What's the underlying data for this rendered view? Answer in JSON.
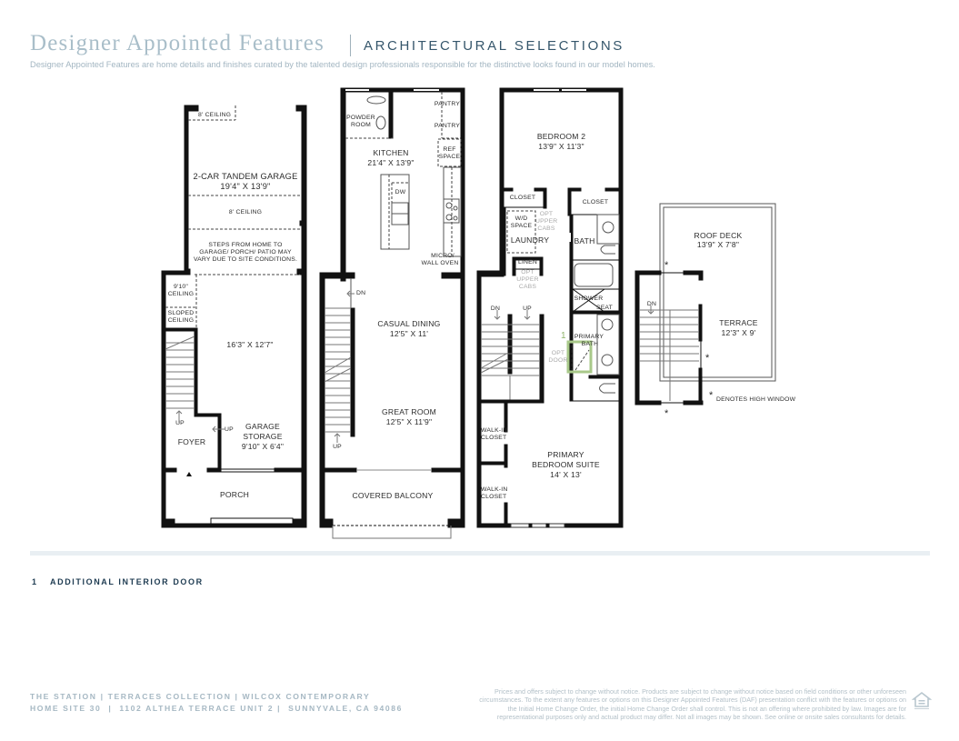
{
  "header": {
    "title": "Designer Appointed Features",
    "subtitle": "ARCHITECTURAL SELECTIONS",
    "description": "Designer Appointed Features are home details and finishes curated by the talented design professionals responsible for the distinctive looks found in our model homes."
  },
  "floor_1": {
    "ceiling_top": "8' CEILING",
    "garage_name": "2-CAR TANDEM GARAGE",
    "garage_dims": "19'4\" X 13'9\"",
    "ceiling_mid": "8' CEILING",
    "steps_note_1": "STEPS FROM HOME TO",
    "steps_note_2": "GARAGE/ PORCH/ PATIO MAY",
    "steps_note_3": "VARY DUE TO SITE CONDITIONS.",
    "ceiling_910_1": "9'10\"",
    "ceiling_910_2": "CEILING",
    "sloped_1": "SLOPED",
    "sloped_2": "CEILING",
    "lower_dims": "16'3\" X 12'7\"",
    "up_stair": "UP",
    "up_storage": "UP",
    "foyer": "FOYER",
    "storage_name_1": "GARAGE",
    "storage_name_2": "STORAGE",
    "storage_dims": "9'10\" X 6'4\"",
    "porch": "PORCH"
  },
  "floor_2": {
    "powder_1": "POWDER",
    "powder_2": "ROOM",
    "pantry_1": "PANTRY",
    "pantry_2": "PANTRY",
    "ref_1": "REF",
    "ref_2": "SPACE",
    "kitchen_name": "KITCHEN",
    "kitchen_dims": "21'4\" X 13'9\"",
    "dw": "DW",
    "micro_1": "MICRO/",
    "micro_2": "WALL OVEN",
    "dn": "DN",
    "dining_name": "CASUAL DINING",
    "dining_dims": "12'5\" X 11'",
    "great_name": "GREAT ROOM",
    "great_dims": "12'5\" X 11'9\"",
    "up": "UP",
    "balcony": "COVERED BALCONY"
  },
  "floor_3": {
    "bed2_name": "BEDROOM 2",
    "bed2_dims": "13'9\" X 11'3\"",
    "closet_left": "CLOSET",
    "closet_right": "CLOSET",
    "wd_1": "W/D",
    "wd_2": "SPACE",
    "opt_upper_1": "OPT",
    "opt_upper_2": "UPPER",
    "opt_upper_3": "CABS",
    "laundry": "LAUNDRY",
    "bath": "BATH",
    "linen": "LINEN",
    "opt2_1": "OPT",
    "opt2_2": "UPPER",
    "opt2_3": "CABS",
    "shower": "SHOWER",
    "seat": "SEAT",
    "dn": "DN",
    "up": "UP",
    "option_marker": "1",
    "primary_bath_1": "PRIMARY",
    "primary_bath_2": "BATH",
    "opt_door_1": "OPT",
    "opt_door_2": "DOOR",
    "walkin_1a": "WALK-IN",
    "walkin_1b": "CLOSET",
    "walkin_2a": "WALK-IN",
    "walkin_2b": "CLOSET",
    "primary_1": "PRIMARY",
    "primary_2": "BEDROOM SUITE",
    "primary_dims": "14' X 13'"
  },
  "roof": {
    "deck_name": "ROOF DECK",
    "deck_dims": "13'9\" X 7'8\"",
    "dn": "DN",
    "terrace_name": "TERRACE",
    "terrace_dims": "12'3\" X 9'",
    "asterisk": "*",
    "legend": "DENOTES HIGH WINDOW"
  },
  "notes": [
    {
      "num": "1",
      "text": "ADDITIONAL INTERIOR DOOR"
    }
  ],
  "footer": {
    "line1": "THE STATION | TERRACES COLLECTION | WILCOX CONTEMPORARY",
    "line2": "HOME SITE 30  |  1102 ALTHEA TERRACE UNIT 2 |  SUNNYVALE, CA 94086",
    "disclaimer": "Prices and offers subject to change without notice. Products are subject to change without notice based on field conditions or other unforeseen circumstances. To the extent any features or options on this Designer Appointed Features (DAF) presentation conflict with the features or options on the Initial Home Change Order, the initial Home Change Order shall control. This is not an offering where prohibited by law. Images are for representational purposes only and actual product may differ. Not all images may be shown. See online or onsite sales consultants for details."
  },
  "colors": {
    "title": "#a9bec9",
    "subtitle": "#35566b",
    "note": "#1f3c52",
    "option_highlight": "#a9c98a",
    "wall": "#111111"
  }
}
